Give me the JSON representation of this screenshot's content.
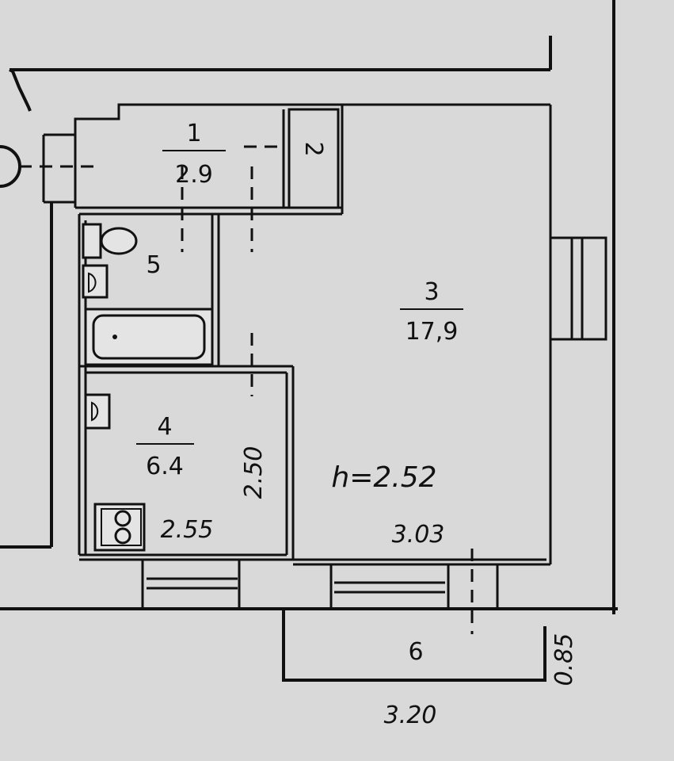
{
  "rooms": [
    {
      "number": "1",
      "area": "2.9"
    },
    {
      "number": "2"
    },
    {
      "number": "3",
      "area": "17,9"
    },
    {
      "number": "4",
      "area": "6.4"
    },
    {
      "number": "5"
    },
    {
      "number": "6"
    }
  ],
  "dimensions": {
    "ceiling_height": "h=2.52",
    "kitchen_depth": "2.50",
    "kitchen_width": "2.55",
    "room_width": "3.03",
    "balcony_width": "3.20",
    "balcony_depth": "0.85"
  },
  "fixtures": [
    "toilet",
    "sink",
    "bathtub",
    "sink",
    "stove"
  ],
  "colors": {
    "paper": "#d9d9d9",
    "ink": "#111111"
  }
}
